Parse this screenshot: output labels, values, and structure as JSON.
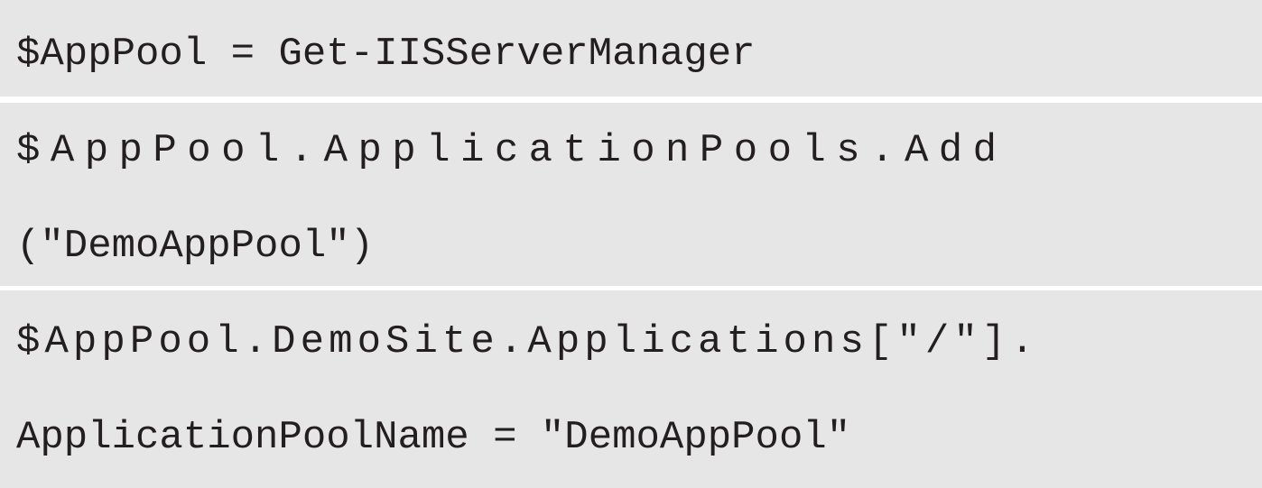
{
  "code": {
    "block1": {
      "lines": [
        "$AppPool = Get-IISServerManager"
      ]
    },
    "block2": {
      "lines": [
        "$AppPool.ApplicationPools.Add",
        "(\"DemoAppPool\")"
      ]
    },
    "block3": {
      "lines": [
        "$AppPool.DemoSite.Applications[\"/\"].",
        "ApplicationPoolName = \"DemoAppPool\""
      ]
    }
  },
  "colors": {
    "block_background": "#e6e6e6",
    "text": "#231f20",
    "separator": "#ffffff"
  }
}
